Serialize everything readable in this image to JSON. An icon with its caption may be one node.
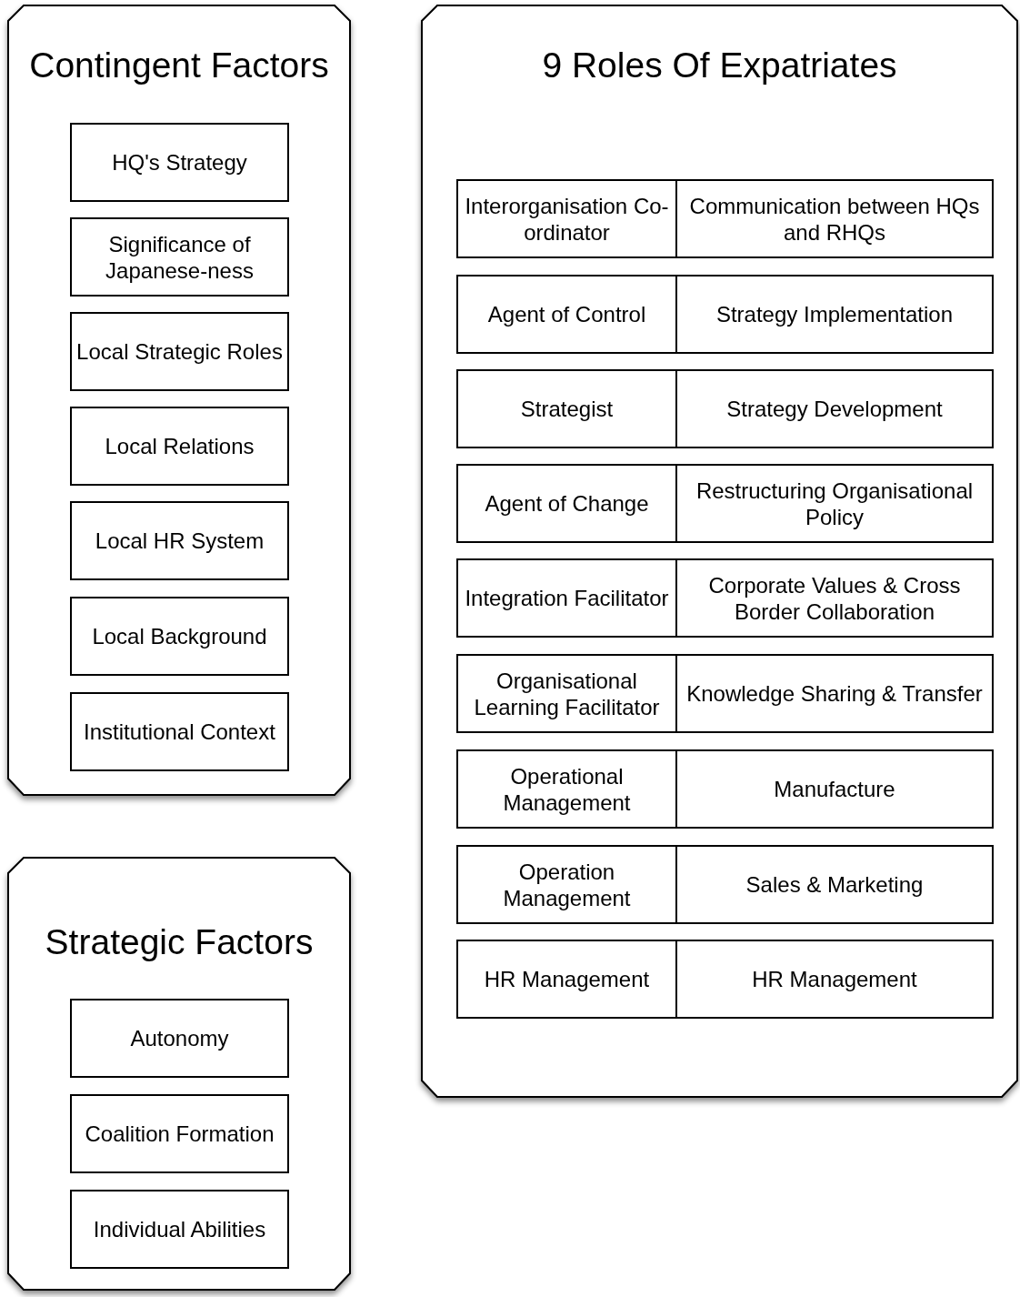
{
  "diagram": {
    "nodes": [
      {
        "text": [
          "Contingent Factors"
        ]
      },
      {
        "text": [
          "HQ's Strategy"
        ],
        "in": 0
      },
      {
        "text": [
          "Significance of Japanese-ness"
        ],
        "in": 0
      },
      {
        "text": [
          "Local Strategic Roles"
        ],
        "in": 0
      },
      {
        "text": [
          "Local Relations"
        ],
        "in": 0
      },
      {
        "text": [
          "Local HR System"
        ],
        "in": 0
      },
      {
        "text": [
          "Local Background"
        ],
        "in": 0
      },
      {
        "text": [
          "Institutional Context"
        ],
        "in": 0
      },
      {
        "text": [
          "Strategic Factors"
        ]
      },
      {
        "text": [
          "Autonomy"
        ],
        "in": 8
      },
      {
        "text": [
          "Coalition Formation"
        ],
        "in": 8
      },
      {
        "text": [
          "Individual Abilities"
        ],
        "in": 8
      },
      {
        "text": [
          "9 Roles Of Expatriates"
        ]
      },
      {
        "text": [
          "Interorganisation Co-ordinator"
        ],
        "in": 12
      },
      {
        "text": [
          "Communication between HQs and RHQs"
        ],
        "in": 12
      },
      {
        "text": [
          "Agent of Control"
        ],
        "in": 12
      },
      {
        "text": [
          "Strategy Implementation"
        ],
        "in": 12
      },
      {
        "text": [
          "Strategist"
        ],
        "in": 12
      },
      {
        "text": [
          "Strategy Development"
        ],
        "in": 12
      },
      {
        "text": [
          "Agent of Change"
        ],
        "in": 12
      },
      {
        "text": [
          "Restructuring Organisational Policy"
        ],
        "in": 12
      },
      {
        "text": [
          "Integration Facilitator"
        ],
        "in": 12
      },
      {
        "text": [
          "Corporate Values & Cross Border Collaboration"
        ],
        "in": 12
      },
      {
        "text": [
          "Organisational Learning Facilitator"
        ],
        "in": 12
      },
      {
        "text": [
          "Knowledge Sharing & Transfer"
        ],
        "in": 12
      },
      {
        "text": [
          "Operational Management"
        ],
        "in": 12
      },
      {
        "text": [
          "Manufacture"
        ],
        "in": 12
      },
      {
        "text": [
          "Operation Management"
        ],
        "in": 12
      },
      {
        "text": [
          "Sales & Marketing"
        ],
        "in": 12
      },
      {
        "text": [
          "HR Management"
        ],
        "in": 12
      },
      {
        "text": [
          "HR Management"
        ],
        "in": 12
      }
    ]
  }
}
